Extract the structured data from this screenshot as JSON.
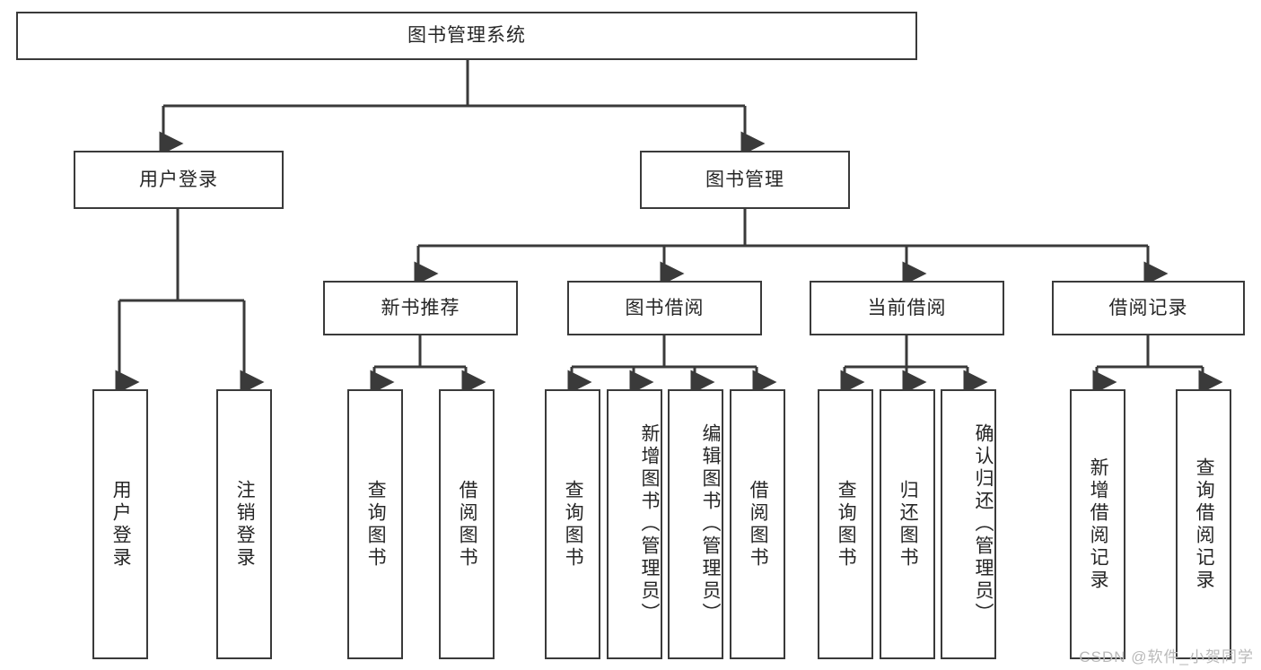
{
  "diagram": {
    "title": "图书管理系统",
    "type": "hierarchy-tree",
    "stroke_color": "#3a3a3a",
    "fill_color": "#ffffff",
    "text_color": "#262626",
    "root": {
      "label": "图书管理系统"
    },
    "level2": [
      {
        "label": "用户登录"
      },
      {
        "label": "图书管理"
      }
    ],
    "level3": [
      {
        "label": "新书推荐"
      },
      {
        "label": "图书借阅"
      },
      {
        "label": "当前借阅"
      },
      {
        "label": "借阅记录"
      }
    ],
    "leaves": {
      "user_login": [
        {
          "label": "用户登录"
        },
        {
          "label": "注销登录"
        }
      ],
      "new_book_recommend": [
        {
          "label": "查询图书"
        },
        {
          "label": "借阅图书"
        }
      ],
      "book_borrow": [
        {
          "label": "查询图书"
        },
        {
          "label": "新增图书（管理员）"
        },
        {
          "label": "编辑图书（管理员）"
        },
        {
          "label": "借阅图书"
        }
      ],
      "current_borrow": [
        {
          "label": "查询图书"
        },
        {
          "label": "归还图书"
        },
        {
          "label": "确认归还（管理员）"
        }
      ],
      "borrow_record": [
        {
          "label": "新增借阅记录"
        },
        {
          "label": "查询借阅记录"
        }
      ]
    }
  },
  "watermark": {
    "text": "CSDN @软件_小贺同学"
  }
}
